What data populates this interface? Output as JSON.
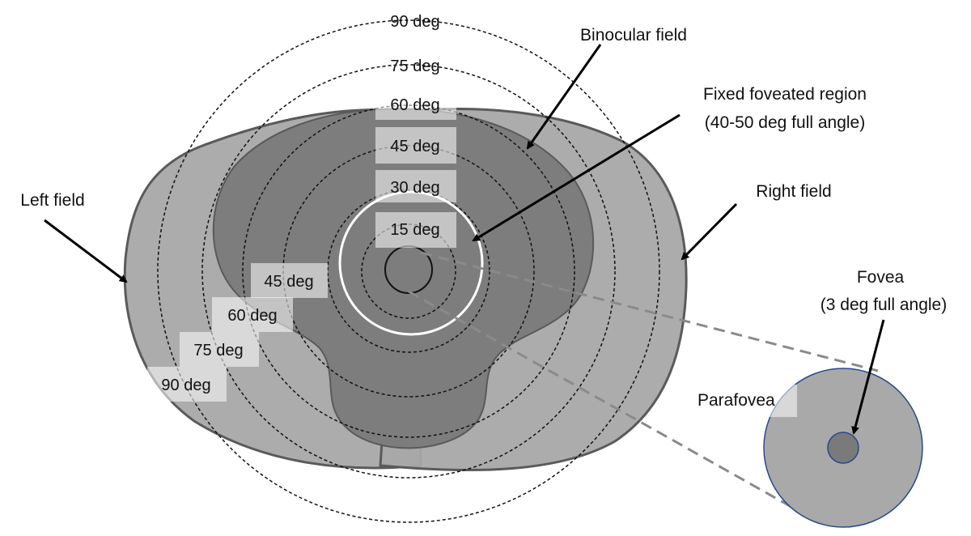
{
  "colors": {
    "background": "#ffffff",
    "monocular_field": "#a8a8a8",
    "binocular_field": "#7d7d7d",
    "outline": "#555555",
    "foveated_ring": "#ffffff",
    "parafovea_fill": "#a9a9a9",
    "parafovea_stroke": "#2a4a8a",
    "fovea_fill": "#7a7a7a"
  },
  "labels": {
    "binocular": "Binocular field",
    "fixed_foveated_line1": "Fixed foveated region",
    "fixed_foveated_line2": "(40-50 deg full angle)",
    "left_field": "Left field",
    "right_field": "Right field",
    "fovea_line1": "Fovea",
    "fovea_line2": "(3 deg full angle)",
    "parafovea": "Parafovea"
  },
  "rings_top": [
    "90 deg",
    "75 deg",
    "60 deg",
    "45 deg",
    "30 deg",
    "15 deg"
  ],
  "rings_left": [
    "45 deg",
    "60 deg",
    "75 deg",
    "90 deg"
  ]
}
